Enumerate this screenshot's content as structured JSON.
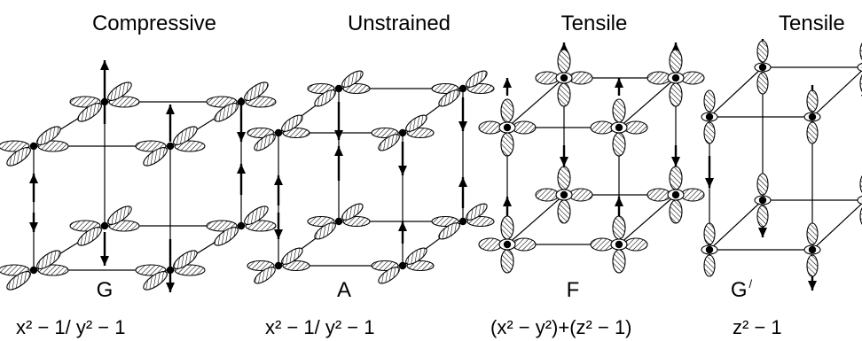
{
  "panels": [
    {
      "title": "Compressive",
      "label": "G",
      "formula": "x² − 1/ y² − 1",
      "orbital_type": "x2-1/y2-1",
      "strain": "compressive"
    },
    {
      "title": "Unstrained",
      "label": "A",
      "formula": "x² − 1/ y² − 1",
      "orbital_type": "x2-1/y2-1",
      "strain": "unstrained"
    },
    {
      "title": "Tensile",
      "label": "F",
      "formula": "(x² − y²)+(z² − 1)",
      "orbital_type": "x2-y2+z2-1",
      "strain": "tensile"
    },
    {
      "title": "Tensile",
      "label": "G",
      "label_prime": "/",
      "formula": "z² − 1",
      "orbital_type": "z2-1",
      "strain": "tensile"
    }
  ],
  "colors": {
    "stroke": "#000000",
    "background": "#ffffff"
  }
}
